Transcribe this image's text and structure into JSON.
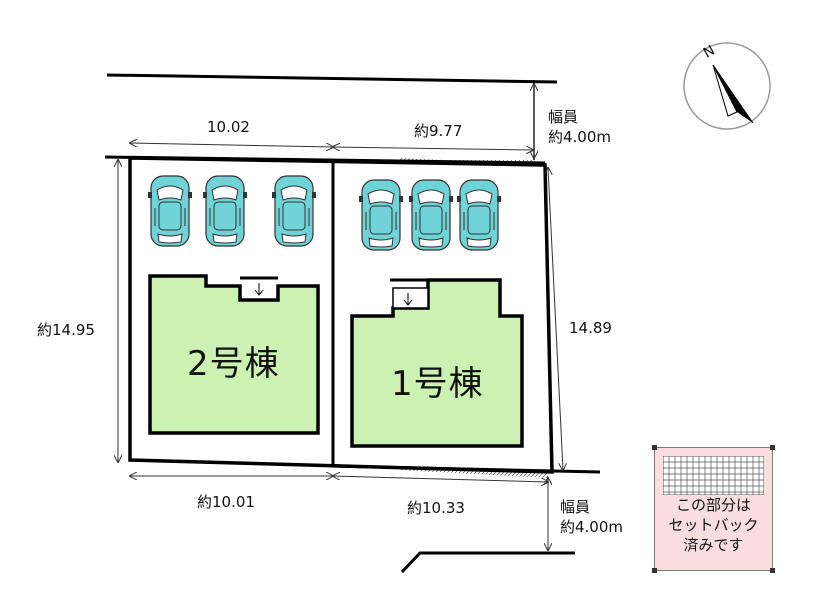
{
  "dimensions": {
    "top_left": "10.02",
    "top_right": "約9.77",
    "left_side": "約14.95",
    "right_side": "14.89",
    "bottom_left": "約10.01",
    "bottom_right": "約10.33"
  },
  "roads": {
    "north": [
      "幅員",
      "約4.00m"
    ],
    "south": [
      "幅員",
      "約4.00m"
    ]
  },
  "buildings": {
    "left": "2号棟",
    "right": "1号棟"
  },
  "compass": {
    "label": "N"
  },
  "legend": {
    "lines": [
      "この部分は",
      "セットバック",
      "済みです"
    ]
  },
  "colors": {
    "building_fill": "#ccf2b3",
    "car_body": "#6fd3d8",
    "legend_bg": "#f9dede"
  }
}
